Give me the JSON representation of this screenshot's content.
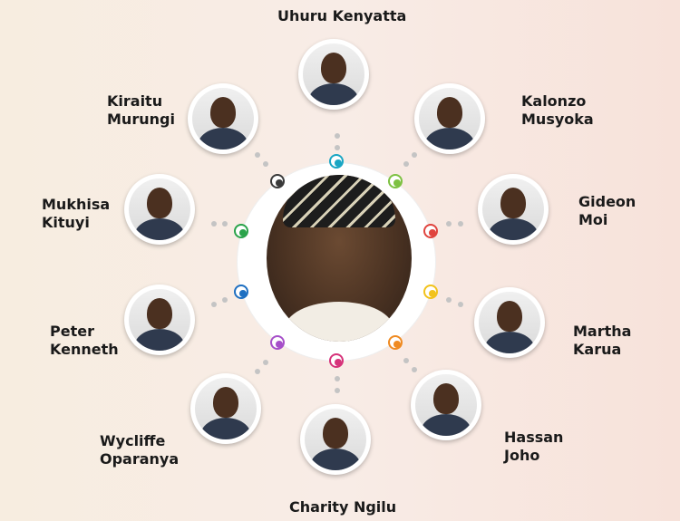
{
  "center": {
    "icon": "central-leader-portrait"
  },
  "people": [
    {
      "id": "uhuru",
      "line1": "Uhuru Kenyatta",
      "line2": "",
      "marker_color": "#1aa6c4"
    },
    {
      "id": "kalonzo",
      "line1": "Kalonzo",
      "line2": "Musyoka",
      "marker_color": "#7dc142"
    },
    {
      "id": "gideon",
      "line1": "Gideon",
      "line2": "Moi",
      "marker_color": "#e0443e"
    },
    {
      "id": "martha",
      "line1": "Martha",
      "line2": "Karua",
      "marker_color": "#f2c21b"
    },
    {
      "id": "hassan",
      "line1": "Hassan",
      "line2": "Joho",
      "marker_color": "#ef8a21"
    },
    {
      "id": "charity",
      "line1": "Charity Ngilu",
      "line2": "",
      "marker_color": "#d6337a"
    },
    {
      "id": "wycliffe",
      "line1": "Wycliffe",
      "line2": "Oparanya",
      "marker_color": "#a64fc9"
    },
    {
      "id": "peter",
      "line1": "Peter",
      "line2": "Kenneth",
      "marker_color": "#1e6fc1"
    },
    {
      "id": "mukhisa",
      "line1": "Mukhisa",
      "line2": "Kituyi",
      "marker_color": "#2aa34a"
    },
    {
      "id": "kiraitu",
      "line1": "Kiraitu",
      "line2": "Murungi",
      "marker_color": "#3a3a3a"
    }
  ]
}
